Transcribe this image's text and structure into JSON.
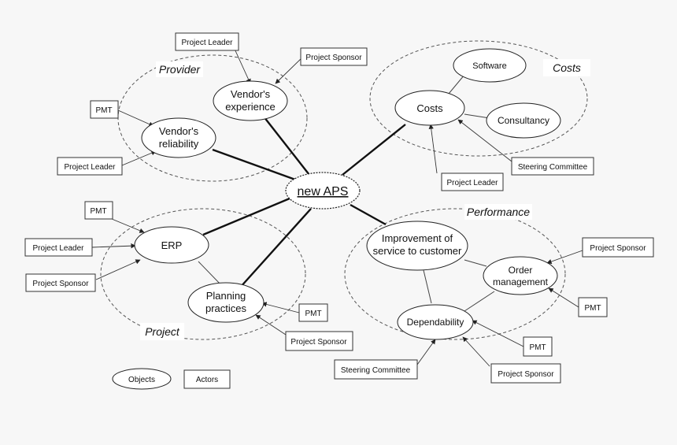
{
  "center": {
    "label": "new APS"
  },
  "groups": {
    "provider": "Provider",
    "costs": "Costs",
    "performance": "Performance",
    "project": "Project"
  },
  "objects": {
    "vendor_experience": [
      "Vendor's",
      "experience"
    ],
    "vendor_reliability": [
      "Vendor's",
      "reliability"
    ],
    "costs": [
      "Costs"
    ],
    "software": [
      "Software"
    ],
    "consultancy": [
      "Consultancy"
    ],
    "erp": [
      "ERP"
    ],
    "planning": [
      "Planning",
      "practices"
    ],
    "improvement": [
      "Improvement of",
      "service to customer"
    ],
    "order": [
      "Order",
      "management"
    ],
    "dependability": [
      "Dependability"
    ]
  },
  "actors": {
    "pl_top": "Project Leader",
    "ps_top": "Project Sponsor",
    "pmt_provider": "PMT",
    "pl_provider": "Project Leader",
    "steering_costs": "Steering Committee",
    "pl_costs": "Project Leader",
    "pmt_erp": "PMT",
    "pl_erp": "Project Leader",
    "ps_erp": "Project Sponsor",
    "pmt_planning": "PMT",
    "ps_planning": "Project Sponsor",
    "ps_order": "Project Sponsor",
    "pmt_order": "PMT",
    "pmt_dep": "PMT",
    "steering_dep": "Steering Committee",
    "ps_dep": "Project Sponsor"
  },
  "legend": {
    "objects": "Objects",
    "actors": "Actors"
  }
}
